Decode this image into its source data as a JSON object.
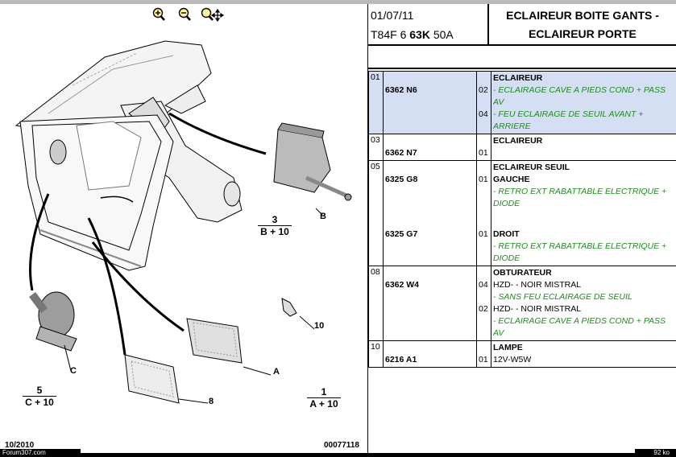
{
  "toolbar": {
    "zoom_in": "zoom-in-icon",
    "zoom_out": "zoom-out-icon",
    "zoom_pan": "zoom-pan-icon"
  },
  "diagram": {
    "callouts": [
      {
        "top": "3",
        "bottom": "B + 10"
      },
      {
        "top": "5",
        "bottom": "C + 10"
      },
      {
        "top": "1",
        "bottom": "A + 10"
      }
    ],
    "letters": {
      "b": "B",
      "c": "C",
      "a": "A",
      "n8": "8",
      "n10": "10"
    },
    "date": "10/2010",
    "drawing_no": "00077118"
  },
  "header": {
    "date": "01/07/11",
    "ref_prefix": "T84F 6 ",
    "ref_bold": "63K",
    "ref_suffix": " 50A",
    "title_line1": "ECLAIREUR BOITE GANTS -",
    "title_line2": "ECLAIREUR PORTE"
  },
  "rows": [
    {
      "num": "01",
      "selected": true,
      "parts": [
        {
          "ref": "6362 N6",
          "title": "ECLAIREUR",
          "lines": [
            {
              "qty": "02",
              "text": "- ECLAIRAGE CAVE A PIEDS COND + PASS AV",
              "green": true
            },
            {
              "qty": "04",
              "text": "- FEU ECLAIRAGE DE SEUIL AVANT + ARRIERE",
              "green": true
            }
          ]
        }
      ]
    },
    {
      "num": "03",
      "selected": false,
      "parts": [
        {
          "ref": "6362 N7",
          "title": "ECLAIREUR",
          "lines": [
            {
              "qty": "01",
              "text": "",
              "green": false
            }
          ]
        }
      ]
    },
    {
      "num": "05",
      "selected": false,
      "parts": [
        {
          "ref": "6325 G8",
          "title": "ECLAIREUR SEUIL",
          "lines": [
            {
              "qty": "01",
              "text": "GAUCHE",
              "green": false,
              "bold": true
            },
            {
              "qty": "",
              "text": "- RETRO EXT RABATTABLE ELECTRIQUE + DIODE",
              "green": true
            }
          ]
        },
        {
          "ref": "6325 G7",
          "title": "",
          "lines": [
            {
              "qty": "01",
              "text": "DROIT",
              "green": false,
              "bold": true
            },
            {
              "qty": "",
              "text": "- RETRO EXT RABATTABLE ELECTRIQUE + DIODE",
              "green": true
            }
          ]
        }
      ]
    },
    {
      "num": "08",
      "selected": false,
      "parts": [
        {
          "ref": "6362 W4",
          "title": "OBTURATEUR",
          "lines": [
            {
              "qty": "04",
              "text": "HZD- - NOIR MISTRAL",
              "green": false
            },
            {
              "qty": "",
              "text": "- SANS FEU ECLAIRAGE DE SEUIL",
              "green": true
            },
            {
              "qty": "02",
              "text": "HZD- - NOIR MISTRAL",
              "green": false
            },
            {
              "qty": "",
              "text": "- ECLAIRAGE CAVE A PIEDS COND + PASS AV",
              "green": true
            }
          ]
        }
      ]
    },
    {
      "num": "10",
      "selected": false,
      "parts": [
        {
          "ref": "6216 A1",
          "title": "LAMPE",
          "lines": [
            {
              "qty": "01",
              "text": "12V-W5W",
              "green": false
            }
          ]
        }
      ]
    }
  ],
  "status": {
    "left": "Forum307.com",
    "right": "92 ko"
  }
}
